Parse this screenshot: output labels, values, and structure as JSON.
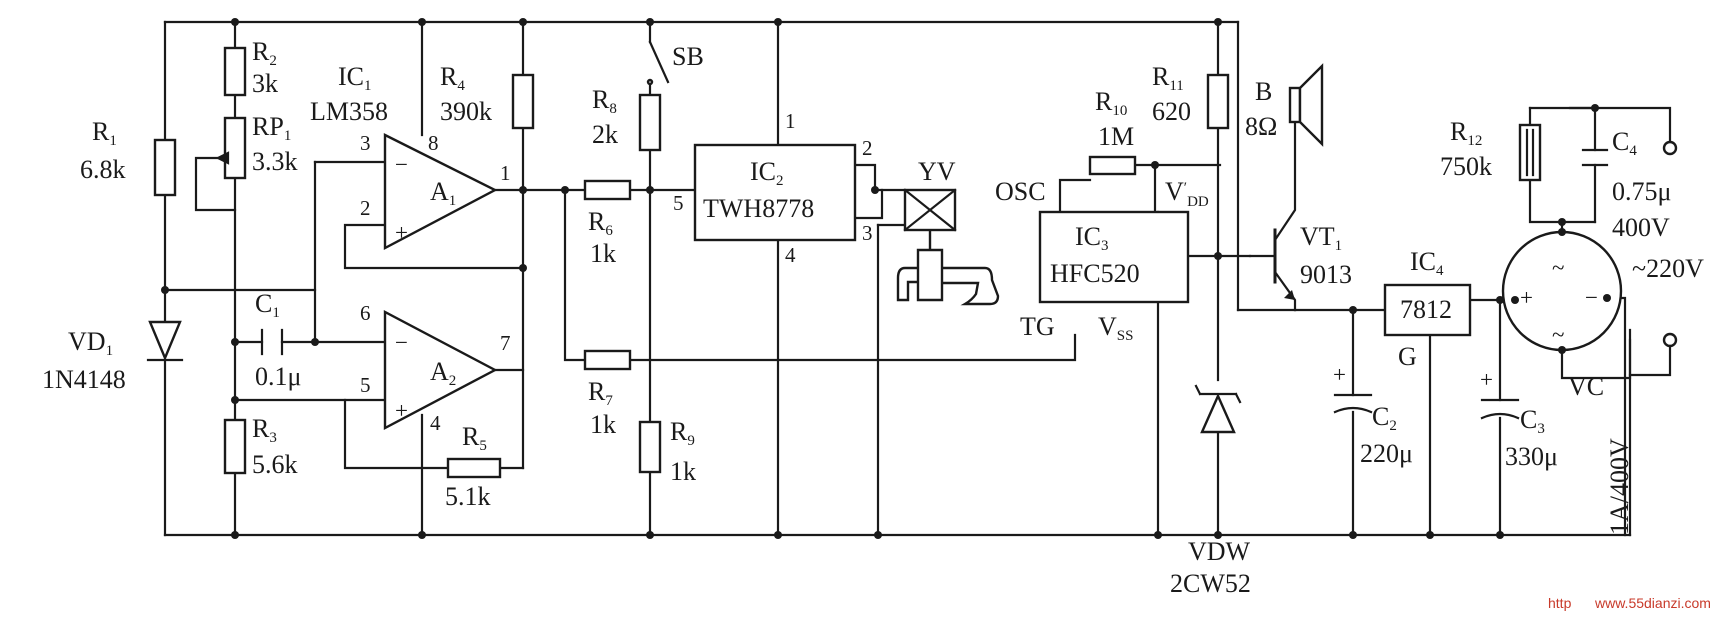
{
  "diagram": {
    "components": {
      "R1": {
        "ref": "R",
        "sub": "1",
        "value": "6.8k"
      },
      "R2": {
        "ref": "R",
        "sub": "2",
        "value": "3k"
      },
      "RP1": {
        "ref": "RP",
        "sub": "1",
        "value": "3.3k"
      },
      "R3": {
        "ref": "R",
        "sub": "3",
        "value": "5.6k"
      },
      "R4": {
        "ref": "R",
        "sub": "4",
        "value": "390k"
      },
      "R5": {
        "ref": "R",
        "sub": "5",
        "value": "5.1k"
      },
      "R6": {
        "ref": "R",
        "sub": "6",
        "value": "1k"
      },
      "R7": {
        "ref": "R",
        "sub": "7",
        "value": "1k"
      },
      "R8": {
        "ref": "R",
        "sub": "8",
        "value": "2k"
      },
      "R9": {
        "ref": "R",
        "sub": "9",
        "value": "1k"
      },
      "R10": {
        "ref": "R",
        "sub": "10",
        "value": "1M"
      },
      "R11": {
        "ref": "R",
        "sub": "11",
        "value": "620"
      },
      "R12": {
        "ref": "R",
        "sub": "12",
        "value": "750k"
      },
      "C1": {
        "ref": "C",
        "sub": "1",
        "value": "0.1μ"
      },
      "C2": {
        "ref": "C",
        "sub": "2",
        "value": "220μ"
      },
      "C3": {
        "ref": "C",
        "sub": "3",
        "value": "330μ"
      },
      "C4": {
        "ref": "C",
        "sub": "4",
        "value": "0.75μ",
        "value2": "400V"
      },
      "VD1": {
        "ref": "VD",
        "sub": "1",
        "value": "1N4148"
      },
      "IC1": {
        "ref": "IC",
        "sub": "1",
        "value": "LM358"
      },
      "A1": {
        "ref": "A",
        "sub": "1"
      },
      "A2": {
        "ref": "A",
        "sub": "2"
      },
      "IC2": {
        "ref": "IC",
        "sub": "2",
        "value": "TWH8778"
      },
      "IC3": {
        "ref": "IC",
        "sub": "3",
        "value": "HFC520"
      },
      "IC4": {
        "ref": "IC",
        "sub": "4",
        "value": "7812",
        "pin_g": "G"
      },
      "SB": {
        "ref": "SB"
      },
      "YV": {
        "ref": "YV"
      },
      "B": {
        "ref": "B",
        "value": "8Ω"
      },
      "VT1": {
        "ref": "VT",
        "sub": "1",
        "value": "9013"
      },
      "VDW": {
        "ref": "VDW",
        "value": "2CW52"
      },
      "VC": {
        "ref": "VC",
        "value": "1A/400V"
      }
    },
    "pins": {
      "a1_inv": "3",
      "a1_noninv": "2",
      "a1_out": "1",
      "ic1_vcc": "8",
      "a2_inv": "6",
      "a2_noninv": "5",
      "a2_out": "7",
      "ic1_gnd": "4",
      "ic2_1": "1",
      "ic2_2": "2",
      "ic2_3": "3",
      "ic2_4": "4",
      "ic2_5": "5",
      "opamp_minus": "−",
      "opamp_plus": "+",
      "bridge_ac": "~",
      "bridge_plus": "+",
      "bridge_minus": "−",
      "cap_plus": "+"
    },
    "ic3_pins": {
      "osc": "OSC",
      "vdd": "V",
      "vdd_prime": "′",
      "vdd_sub": "DD",
      "tg": "TG",
      "vss": "V",
      "vss_sub": "SS"
    },
    "supply": "~220V",
    "watermark": {
      "prefix": "http",
      "site": "www.55dianzi.com"
    }
  }
}
